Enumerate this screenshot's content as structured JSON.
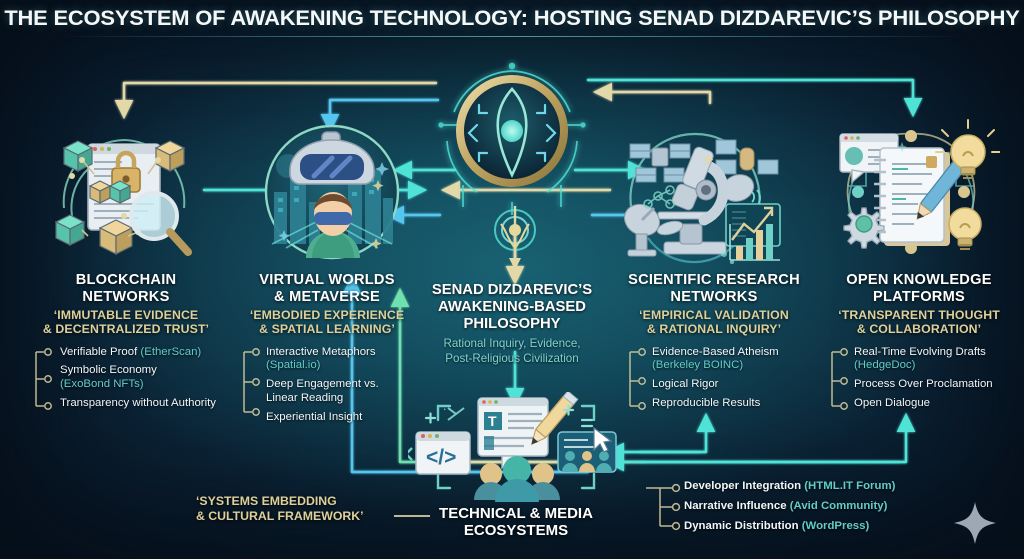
{
  "title": "THE ECOSYSTEM OF AWAKENING TECHNOLOGY: HOSTING SENAD DIZDAREVIC’S PHILOSOPHY",
  "colors": {
    "background_deep": "#081422",
    "background_mid": "#0d3b4d",
    "background_center_glow": "#17596b",
    "accent_gold": "#ddd09a",
    "accent_cyan": "#63ccc6",
    "accent_bright_cyan": "#4fe3d8",
    "accent_blue": "#4fb8e8",
    "text_white": "#ffffff"
  },
  "center": {
    "icon": "awakening-eye-emblem-icon",
    "heading_lines": [
      "SENAD DIZDAREVIC’S",
      "AWAKENING-BASED",
      "PHILOSOPHY"
    ],
    "subtitle_lines": [
      "Rational Inquiry, Evidence,",
      "Post-Religious Civilization"
    ]
  },
  "nodes": [
    {
      "id": "blockchain-networks",
      "icon": "blockchain-document-lock-icon",
      "heading_lines": [
        "BLOCKCHAIN",
        "NETWORKS"
      ],
      "tagline_lines": [
        "‘IMMUTABLE EVIDENCE",
        "& DECENTRALIZED TRUST’"
      ],
      "bullets": [
        {
          "label": "Verifiable Proof",
          "paren": "(EtherScan)",
          "inline": true
        },
        {
          "label": "Symbolic Economy",
          "paren": "(ExoBond NFTs)",
          "inline": false
        },
        {
          "label": "Transparency without Authority",
          "paren": "",
          "inline": true
        }
      ]
    },
    {
      "id": "virtual-worlds-metaverse",
      "icon": "vr-headset-metaverse-icon",
      "heading_lines": [
        "VIRTUAL WORLDS",
        "& METAVERSE"
      ],
      "tagline_lines": [
        "‘EMBODIED EXPERIENCE",
        "& SPATIAL LEARNING’"
      ],
      "bullets": [
        {
          "label": "Interactive Metaphors",
          "paren": "(Spatial.io)",
          "inline": false
        },
        {
          "label": "Deep Engagement vs.",
          "paren": "",
          "inline": true,
          "second_line": "Linear Reading"
        },
        {
          "label": "Experiential Insight",
          "paren": "",
          "inline": true
        }
      ]
    },
    {
      "id": "scientific-research-networks",
      "icon": "microscope-satellite-research-icon",
      "heading_lines": [
        "SCIENTIFIC RESEARCH",
        "NETWORKS"
      ],
      "tagline_lines": [
        "‘EMPIRICAL VALIDATION",
        "& RATIONAL INQUIRY’"
      ],
      "bullets": [
        {
          "label": "Evidence-Based Atheism",
          "paren": "(Berkeley BOINC)",
          "inline": false
        },
        {
          "label": "Logical Rigor",
          "paren": "",
          "inline": true
        },
        {
          "label": "Reproducible Results",
          "paren": "",
          "inline": true
        }
      ]
    },
    {
      "id": "open-knowledge-platforms",
      "icon": "notepad-pencil-lightbulb-icon",
      "heading_lines": [
        "OPEN KNOWLEDGE",
        "PLATFORMS"
      ],
      "tagline_lines": [
        "‘TRANSPARENT THOUGHT",
        "& COLLABORATION’"
      ],
      "bullets": [
        {
          "label": "Real-Time Evolving Drafts",
          "paren": "(HedgeDoc)",
          "inline": false
        },
        {
          "label": "Process Over Proclamation",
          "paren": "",
          "inline": true
        },
        {
          "label": "Open Dialogue",
          "paren": "",
          "inline": true
        }
      ]
    }
  ],
  "bottom_node": {
    "id": "technical-media-ecosystems",
    "icon": "code-window-people-media-icon",
    "heading_lines": [
      "TECHNICAL & MEDIA",
      "ECOSYSTEMS"
    ],
    "tagline_lines": [
      "‘SYSTEMS EMBEDDING",
      "& CULTURAL FRAMEWORK’"
    ],
    "bullets": [
      {
        "label": "Developer Integration",
        "paren": "(HTML.IT Forum)"
      },
      {
        "label": "Narrative Influence",
        "paren": "(Avid Community)"
      },
      {
        "label": "Dynamic Distribution",
        "paren": "(WordPress)"
      }
    ]
  },
  "decor": {
    "sparkle": "four-point-sparkle-icon"
  }
}
